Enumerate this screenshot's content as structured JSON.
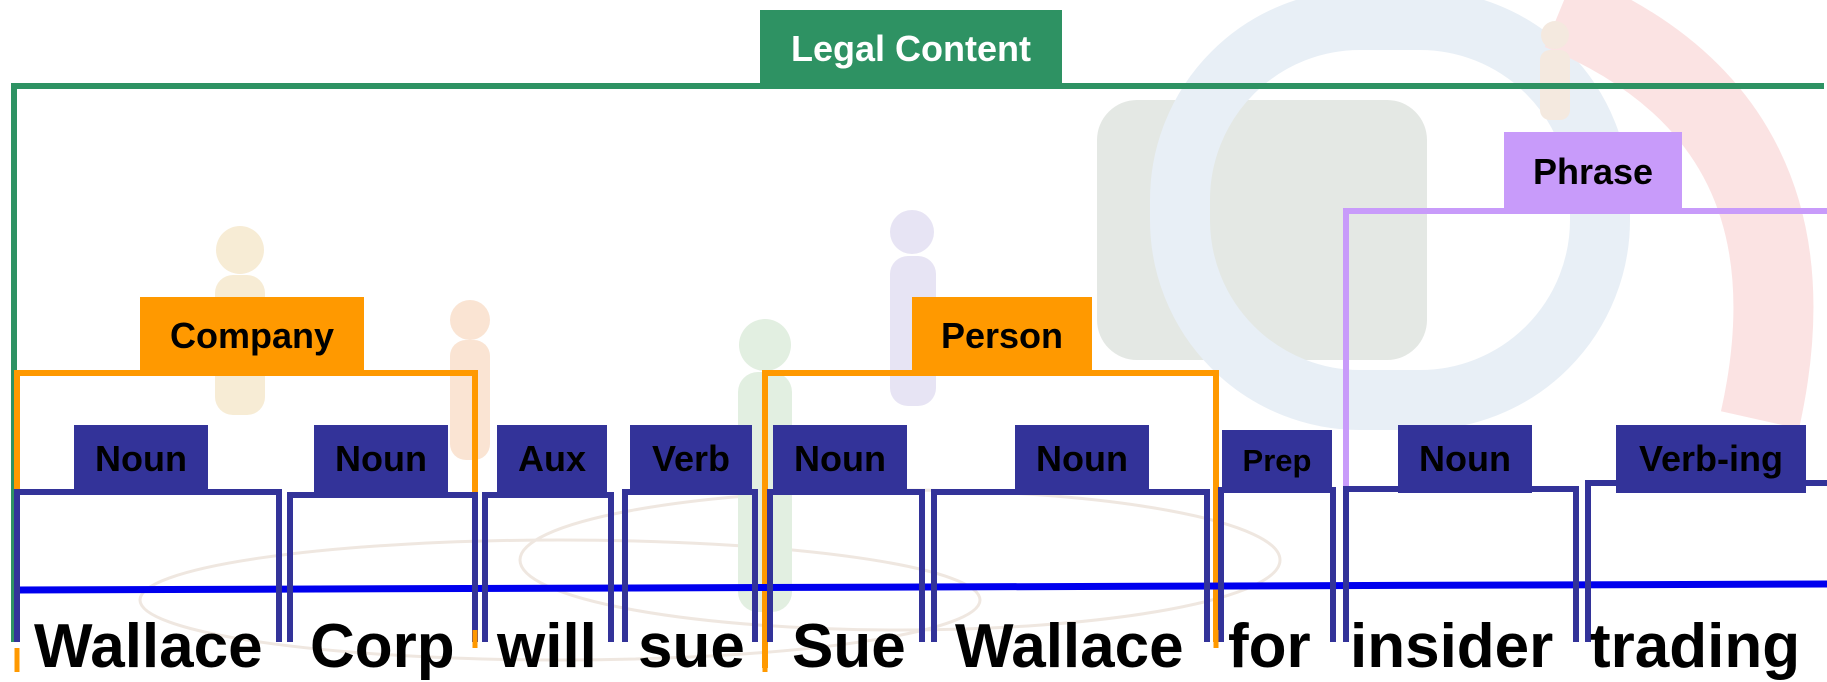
{
  "labels": {
    "legal": "Legal Content",
    "phrase": "Phrase",
    "company": "Company",
    "person": "Person",
    "pos": [
      "Noun",
      "Noun",
      "Aux",
      "Verb",
      "Noun",
      "Noun",
      "Prep",
      "Noun",
      "Verb-ing"
    ]
  },
  "words": [
    "Wallace",
    "Corp",
    "will",
    "sue",
    "Sue",
    "Wallace",
    "for",
    "insider",
    "trading"
  ],
  "colors": {
    "legal": "#2e9263",
    "phrase": "#c89bfa",
    "entity": "#ff9900",
    "pos": "#333399",
    "baseline": "#0000ee"
  }
}
